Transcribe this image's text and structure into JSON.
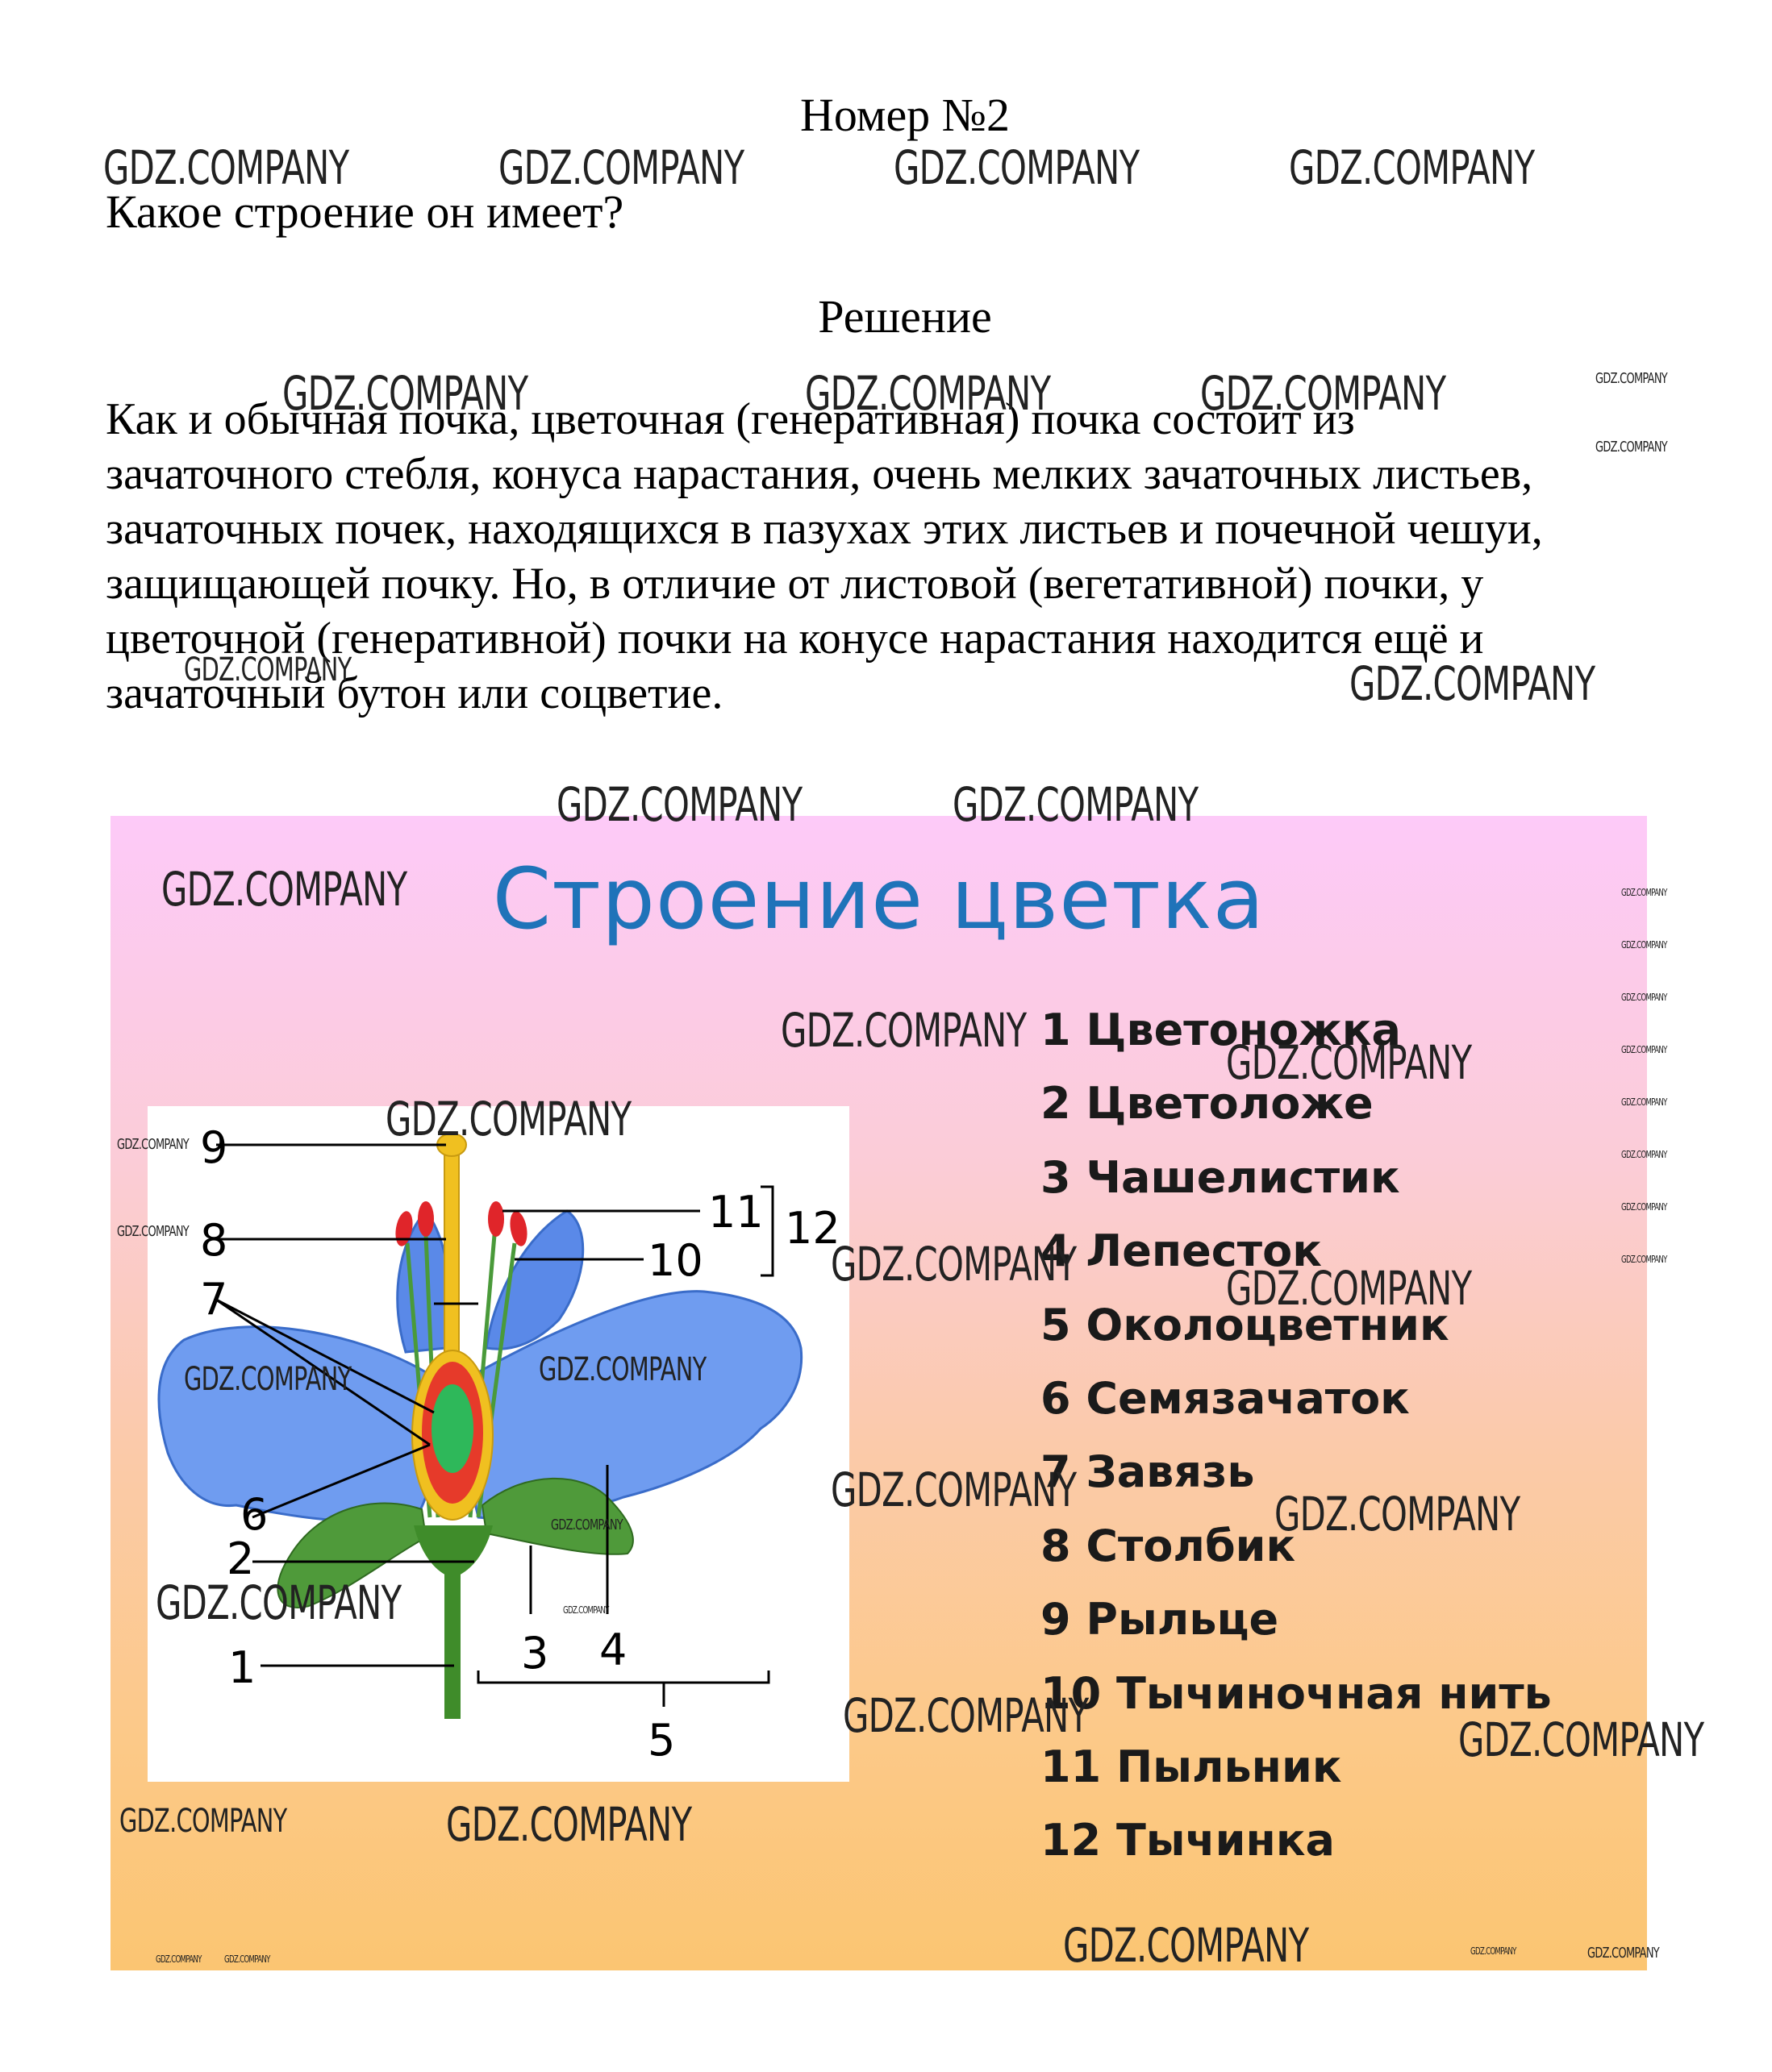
{
  "document": {
    "title": "Номер №2",
    "question": "Какое строение он имеет?",
    "solution_title": "Решение",
    "answer_lines": [
      "Как и обычная почка, цветочная (генеративная) почка состоит из",
      "зачаточного стебля, конуса нарастания, очень мелких зачаточных листьев,",
      "зачаточных почек, находящихся в пазухах этих листьев и почечной чешуи,",
      "защищающей почку. Но, в отличие от листовой (вегетативной) почки, у",
      "цветочной (генеративной) почки на конусе нарастания находится ещё и",
      "зачаточный бутон или соцветие."
    ]
  },
  "watermark": "GDZ.COMPANY",
  "slide": {
    "title": "Строение цветка",
    "legend": [
      "1 Цветоножка",
      "2 Цветоложе",
      "3 Чашелистик",
      "4 Лепесток",
      "5 Околоцветник",
      "6 Семязачаток",
      "7 Завязь",
      "8 Столбик",
      "9 Рыльце",
      "10 Тычиночная нить",
      "11 Пыльник",
      "12 Тычинка"
    ],
    "diagram_labels": {
      "n1": "1",
      "n2": "2",
      "n3": "3",
      "n4": "4",
      "n5": "5",
      "n6": "6",
      "n7": "7",
      "n8": "8",
      "n9": "9",
      "n10": "10",
      "n11": "11",
      "n12": "12"
    },
    "colors": {
      "title": "#1f73b9",
      "petal": "#6f9cf0",
      "sepal": "#4f9a3a",
      "stem": "#3f8c2a",
      "ovary_outer": "#e63a2a",
      "ovary_inner": "#2eb85a",
      "pistil": "#f0c020",
      "anther": "#e0252a"
    }
  }
}
